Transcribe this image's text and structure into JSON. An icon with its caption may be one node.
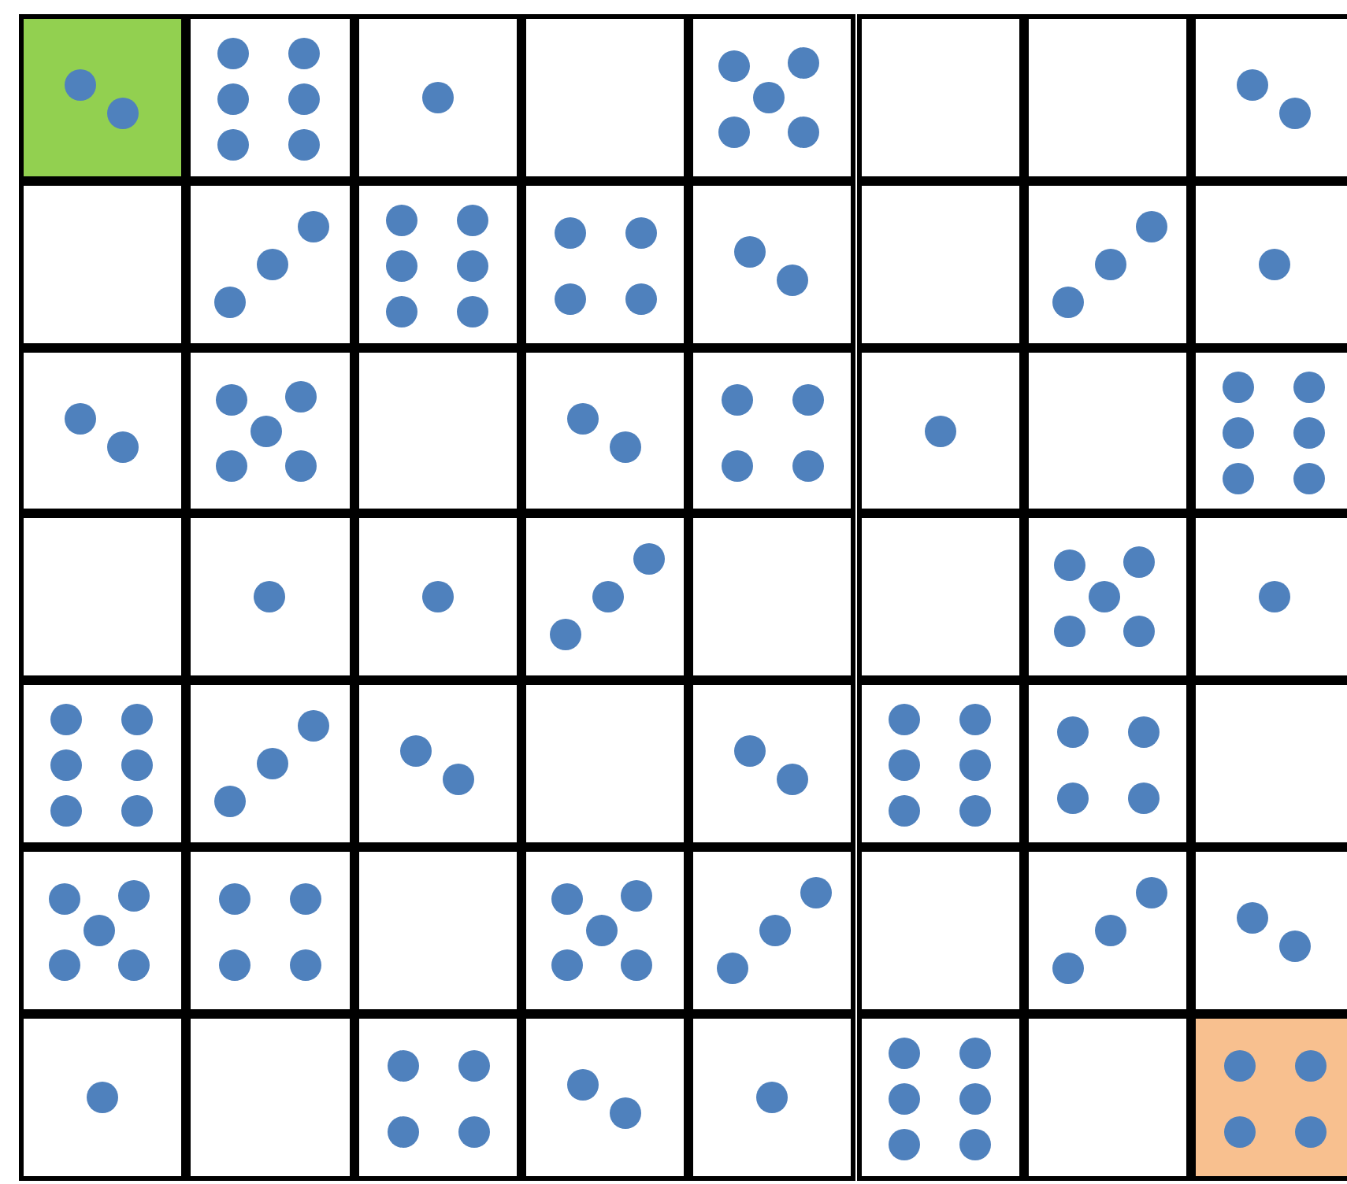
{
  "diagram": {
    "nodes": [
      {
        "text": [],
        "shape": "box"
      },
      {
        "text": [],
        "shape": "box"
      },
      {
        "text": [],
        "shape": "box"
      },
      {
        "text": [],
        "shape": "box"
      },
      {
        "text": [],
        "shape": "box"
      },
      {
        "text": [],
        "shape": "box"
      },
      {
        "text": [],
        "shape": "box"
      },
      {
        "text": [],
        "shape": "box"
      },
      {
        "text": [],
        "shape": "box"
      },
      {
        "text": [],
        "shape": "box"
      },
      {
        "text": [],
        "shape": "box"
      },
      {
        "text": [],
        "shape": "box"
      },
      {
        "text": [],
        "shape": "box"
      },
      {
        "text": [],
        "shape": "box"
      },
      {
        "text": [],
        "shape": "box"
      },
      {
        "text": [],
        "shape": "box"
      },
      {
        "text": [],
        "shape": "box"
      },
      {
        "text": [],
        "shape": "box"
      },
      {
        "text": [],
        "shape": "box"
      },
      {
        "text": [],
        "shape": "box"
      },
      {
        "text": [],
        "shape": "box"
      },
      {
        "text": [],
        "shape": "box"
      },
      {
        "text": [],
        "shape": "box"
      },
      {
        "text": [],
        "shape": "box"
      },
      {
        "text": [],
        "shape": "box"
      },
      {
        "text": [],
        "shape": "box"
      },
      {
        "text": [],
        "shape": "box"
      },
      {
        "text": [],
        "shape": "box"
      },
      {
        "text": [],
        "shape": "box"
      },
      {
        "text": [],
        "shape": "box"
      },
      {
        "text": [],
        "shape": "box"
      },
      {
        "text": [],
        "shape": "box"
      },
      {
        "text": [],
        "shape": "box"
      },
      {
        "text": [],
        "shape": "box"
      },
      {
        "text": [],
        "shape": "box"
      },
      {
        "text": [],
        "shape": "box"
      },
      {
        "text": [],
        "shape": "box"
      },
      {
        "text": [],
        "shape": "box"
      },
      {
        "text": [],
        "shape": "box"
      },
      {
        "text": [],
        "shape": "box"
      },
      {
        "text": [],
        "shape": "box"
      },
      {
        "text": [],
        "shape": "box"
      },
      {
        "text": [],
        "shape": "box"
      },
      {
        "text": [],
        "shape": "box"
      },
      {
        "text": [],
        "shape": "box"
      },
      {
        "text": [],
        "shape": "box"
      },
      {
        "text": [],
        "shape": "box"
      },
      {
        "text": [],
        "shape": "box"
      },
      {
        "text": [],
        "shape": "box"
      },
      {
        "text": [],
        "shape": "box"
      },
      {
        "text": [],
        "shape": "box"
      },
      {
        "text": [],
        "shape": "box"
      },
      {
        "text": [],
        "shape": "box"
      },
      {
        "text": [],
        "shape": "box"
      },
      {
        "text": [],
        "shape": "box"
      },
      {
        "text": [],
        "shape": "box"
      }
    ]
  }
}
